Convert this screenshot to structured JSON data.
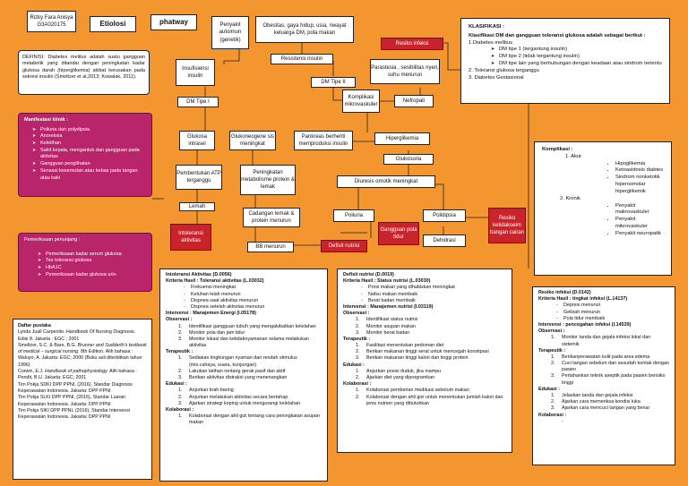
{
  "author": {
    "name": "Rizky Fara Anisya",
    "nim": "G3A020175"
  },
  "header": {
    "etiologi": "Etiolosi",
    "pathway": "phatway"
  },
  "definisi": "DEFINISI: Diabetes melitus adalah suatu gangguan metabolik yang ditandai dengan peningkatan kadar glukosa darah (hiperglikemia) akibat kerusakan pada sekresi insulin (Smeltzer et al,2013; Kowalak, 2011).",
  "nodes": {
    "penyakit_autoimun": "Penyakit autoimun (genetik)",
    "obesitas": "Obesitas, gaya hidup, usia, riwayat keluarga DM, pola makan",
    "resiko_infeksi_top": "Resiko infeksi",
    "insufisiensi": "Insufisiensi insulin",
    "resistensi": "Resistensi insulin",
    "parastesia": "Parastesia , sesibilitas nyeri, suhu menurun",
    "dm2": "DM Tipe II",
    "dm1": "DM Tipe I",
    "komplikasi_mikro": "Komplikasi mikrovaskuler",
    "nefropati": "Nefropati",
    "glukosa_intrasel": "Glukosa intrasel",
    "glukoneogenesis": "Glukoneogene sis meningkat",
    "pankreas": "Pankreas berhenti memproduksi insulin",
    "hiperglikemia": "Hiperglikemia",
    "glukosuria": "Glukosuria",
    "pembentukan_atp": "Pembentukan ATP terganggu",
    "metabolisme": "Peningkatan metabolisme protein & lemak",
    "diuresis": "Diuresis  omotik meningkat",
    "lemah": "Lemah",
    "cadangan": "Cadangan lemak & protein menurun",
    "poliuria": "Poliuria",
    "polidipsia": "Polidipsia",
    "resiko_cairan": "Resiko ketidakseim bangan cairan",
    "intoleransi": "Intoleransi aktivitas",
    "gangguan_tidur": "Gangguan pola tidur",
    "dehidrasi": "Dehidrasi",
    "bb_menurun": "BB menurun",
    "defisit_nutrisi": "Defisit nutrisi"
  },
  "manifestasi": {
    "title": "Manifestasi klinik :",
    "items": [
      "Poliuria dan polydipsia",
      "Anoreksia",
      "Keletihan",
      "Sakit kepala, mengantuk dan gangguan pada aktivitas",
      "Gangguan penglihatan",
      "Sensasi kesemutan atau kebas pada tangan atau kaki"
    ]
  },
  "penunjang": {
    "title": "Pemeriksaan penunjang :",
    "items": [
      "Pemeriksaan kadar serum glukosa",
      "Tes toleransi glukosa",
      "HbA1C",
      "Pemeriksaan kadar glukosa urin"
    ]
  },
  "klasifikasi": {
    "title": "KLASIFIKASI :",
    "subtitle": "Klasifikasi DM dan gangguan toleransi glukosa adalah sebagai berikut :",
    "l1": "1.Diabetes mellitus",
    "sub": [
      "DM tipe 1 (tergantung insulin)",
      "DM tipe 2 (tidak tergantung insulin)",
      "DM tipe lain yang berhubungan dengan keadaan atau sindrom tertentu"
    ],
    "l2": "2. Toleransi glukosa terganggu",
    "l3": "3. Diabetes Gestasional"
  },
  "komplikasi": {
    "title": "Komplikasi :",
    "akut_label": "1.      Akut",
    "akut": [
      "Hipoglikemia",
      "Ketoasidosis diabtes",
      "Sindrom nonketotik hiperosmolar hiperglikemik"
    ],
    "kronik_label": "2.      Kronik",
    "kronik": [
      "Penyakit makrovaskuler",
      "Penyakit mikrovaskuler",
      "Penyakit neuropatik"
    ]
  },
  "pustaka": {
    "title": "Daftar pustaka",
    "p1": "Lynda Juall Carpenito. Handbook Of Nursing Diagnosis. Edisi 8. Jakarta : EGC ; 2001",
    "p2a": "Smeltzer, S.C. & Bare, B.G. ",
    "p2b": "Brunner and Suddarth's textbook of medical – surgical nursing.",
    "p2c": " 8th Edition. Alih bahasa : Waluyo, A. Jakarta: EGC; 2000 (Buku asli diterbitkan tahun 1996)",
    "p3a": "Corwin, E.J. ",
    "p3b": "Handbook of pathophysiology.",
    "p3c": " Alih bahasa : Pendit, B.U. Jakarta: EGC; 2001",
    "p4": "Tim Pokja SDKI DPP PPNI, (2016), Standar Diagnosis Keperawatan Indonesia. Jakarta: DPP PPNI",
    "p5": "Tim Pokja SLKI DPP PPNI, (2016), Standar Luaran Keperawatan Indonesia. Jakarta: DPP PPNI",
    "p6": "Tim Pokja SIKI DPP PPNI, (2016), Standar Intervensi Keperawatan Indonesia. Jakarta: DPP PPNI"
  },
  "intoleransi_plan": {
    "title": "Intoleransi Aktivitas (D.0056)",
    "kh": "Kriteria Hasil : Toleransi aktivitas (L.03032)",
    "kh_items": [
      "Frekuensi meningkat",
      "Keluhan lelah menurun",
      "Dispnea saat aktivitas menurun",
      "Dispnea setelah aktivitas menurun"
    ],
    "intervensi": "Intervensi : Manajemen Energi  (I.05178)",
    "obs": "Observasi :",
    "obs_items": [
      "Identifikasi          gangguan          tubuh         yang mengakibatkan kelelahan",
      "Monitor pola dan jam tidur",
      "Monitor lokasi dan ketidaknyamanan selama melakukan aktivitas"
    ],
    "ter": "Terapeutik :",
    "ter_items": [
      "Sediakan lingkungan nyaman dan rendah stimulus (mis.cahaya, suara, kunjungan)",
      "Lakukan latihan rentang gerak pasif dan aktif",
      "Berikan aktivitas distraksi yang menenangkan"
    ],
    "edu": "Edukasi :",
    "edu_items": [
      "Anjurkan tirah baring",
      "Anjurkan  melakukan aktivitas secara bertahap",
      "Ajarkan strategi koping untuk mengurangi kelelahan"
    ],
    "kol": "Kolaborasi :",
    "kol_items": [
      "Kolaborasi dengan ahli gizi tentang cara peningkatan asupan makan"
    ]
  },
  "defisit_plan": {
    "title": "Defisit nutrisi (D.0019)",
    "kh": "Kriteria Hasil : Status nutrisi (L.03030)",
    "kh_items": [
      "Porsi  makan yang dihabiskan meningkat",
      "Nafsu makan membaik",
      "Berat badan membaik"
    ],
    "intervensi": "Intervensi : Manajemen nutrisi (I.03119)",
    "obs": "Observasi :",
    "obs_items": [
      "Identifikasi status nutrisi",
      "Monitor asupan makan",
      "Monitor berat badan"
    ],
    "ter": "Terapeutik :",
    "ter_items": [
      "Fasilitasi menentukan pedoman diet",
      "Berikan makanan tinggi serat  untuk mencegah konstipasi",
      "Berikan  makanan  tinggi  kalori  dan  tinggi protein"
    ],
    "edu": "Edukasi :",
    "edu_items": [
      "Anjurkan posisi duduk, jika mampu",
      "Ajarkan diet  yang diprogramkan"
    ],
    "kol": "Kolaborasi :",
    "kol_items": [
      "Kolaborasi pemberian medikasi sebelum makan",
      "Kolaborasi dengan ahli gizi untuk menentukan jumlah kalori dan jenis nutrien yang dibutuhkan"
    ]
  },
  "infeksi_plan": {
    "title": "Resiko infeksi (D.0142)",
    "kh": "Kriteria Hasil : tingkat infeksi (L.14137)",
    "kh_items": [
      "Depresi menurun",
      "Gelisah menurun",
      "Pola tidur membaik"
    ],
    "intervensi": "Intervensi : pencegahan infeksi (I.14539)",
    "obs": "Observasi :",
    "obs_items": [
      "Monitor tanda dan gejala  infeksi lokal dan sistemik"
    ],
    "ter": "Terapeutik :",
    "ter_items": [
      "Berikanperawatan kulit pada area edema",
      "Cuci tangan sebelum dan sesudah kontak dengan pasien",
      "Pertahankan  teknik  aseptik  pada  pasien berisiko tinggi"
    ],
    "edu": "Edukasi :",
    "edu_items": [
      "Jelaskan tanda dan gejala infeksi",
      "Ajarkan cara memeriksa kondisi luka",
      "Ajarkan cara mencuci tangan yang benar"
    ],
    "kol": "Kolaborasi :",
    "kol_items": [
      "-"
    ]
  }
}
